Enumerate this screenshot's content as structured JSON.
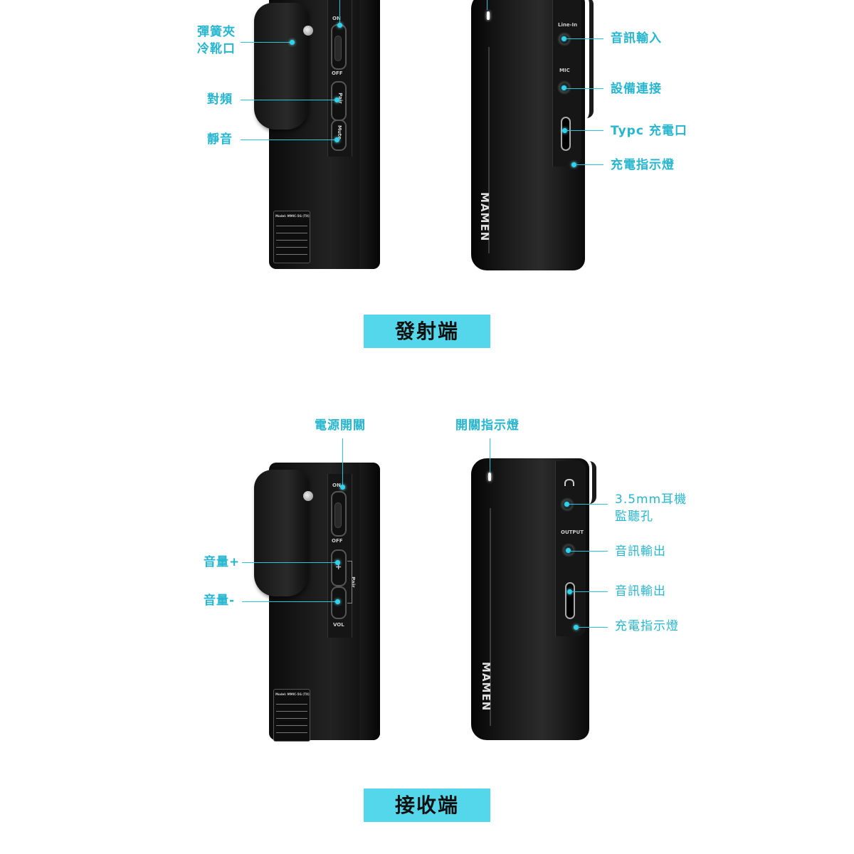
{
  "transmitter": {
    "labels": {
      "clip": "彈簧夾",
      "cold_shoe": "冷靴口",
      "pair": "對頻",
      "mute": "靜音",
      "line_in_label": "音訊輸入",
      "mic_label": "設備連接",
      "typec_label": "Typc 充電口",
      "charge_led": "充電指示燈"
    },
    "device_text": {
      "on": "ON",
      "off": "OFF",
      "pair": "Pair",
      "mute": "Mute",
      "line_in": "Line-In",
      "mic": "MIC",
      "brand": "MAMEN",
      "model": "Model: MMIC-5G (TX)"
    },
    "banner": "發射端"
  },
  "receiver": {
    "labels": {
      "power_switch": "電源開關",
      "switch_led": "開關指示燈",
      "vol_up": "音量+",
      "vol_down": "音量-",
      "headphone_1": "3.5mm耳機",
      "headphone_2": "監聽孔",
      "audio_out_1": "音訊輸出",
      "audio_out_2": "音訊輸出",
      "charge_led": "充電指示燈"
    },
    "device_text": {
      "on": "ON",
      "off": "OFF",
      "pair": "Pair",
      "vol": "VOL",
      "plus": "+",
      "output": "OUTPUT",
      "brand": "MAMEN",
      "model": "Model: MMIC-5G (TX)"
    },
    "banner": "接收端"
  },
  "colors": {
    "accent": "#2cc4dd",
    "banner_bg": "#54d7ea"
  }
}
